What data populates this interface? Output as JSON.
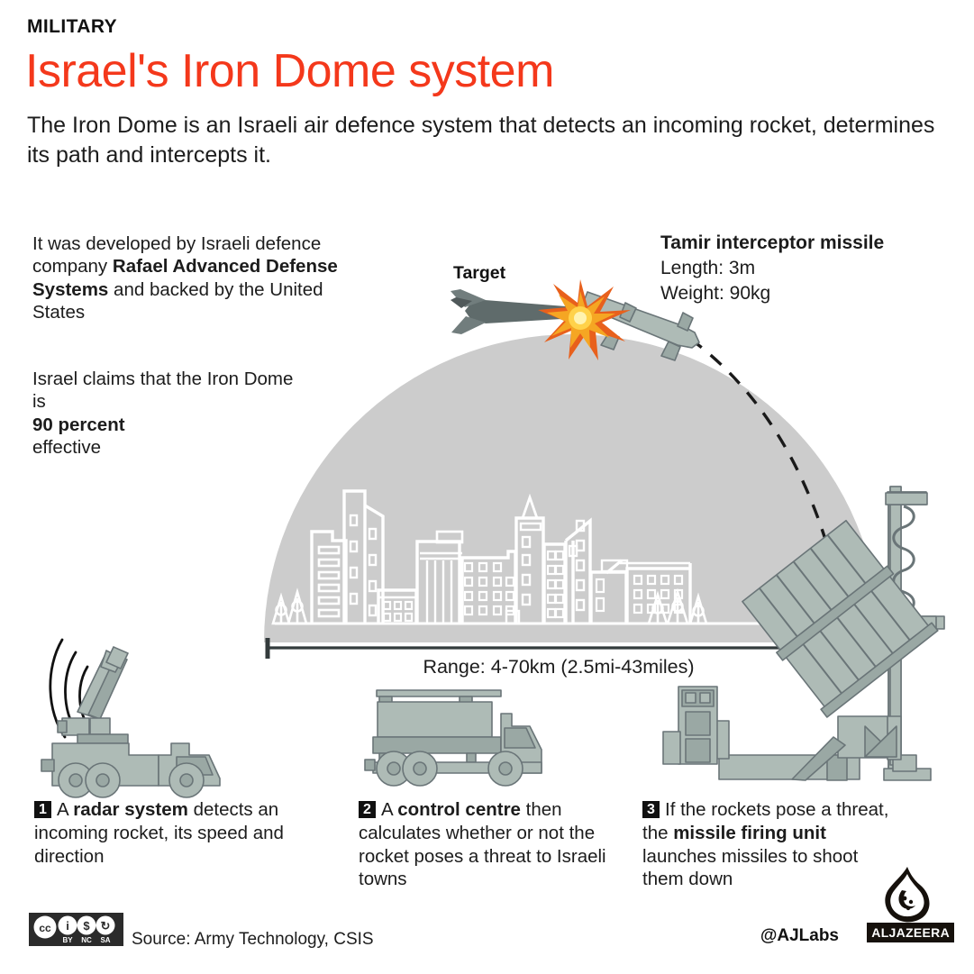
{
  "header": {
    "kicker": "MILITARY",
    "headline": "Israel's Iron Dome system",
    "standfirst": "The Iron Dome is an Israeli air defence system that detects an incoming rocket, determines its path and intercepts it."
  },
  "left_notes": {
    "developed": {
      "line1": "It was developed by Israeli defence company ",
      "bold1": "Rafael Advanced Defense Systems",
      "line2": " and backed by the United States"
    },
    "effectiveness": {
      "line1": "Israel claims that the Iron Dome is",
      "bold1": "90 percent",
      "line2": "effective"
    }
  },
  "missile_spec": {
    "title": "Tamir interceptor missile",
    "length": "Length: 3m",
    "weight": "Weight: 90kg"
  },
  "labels": {
    "target": "Target",
    "range": "Range: 4-70km (2.5mi-43miles)"
  },
  "steps": [
    {
      "number": "1",
      "pre": "A ",
      "bold": "radar system",
      "post": " detects an incoming rocket, its speed and direction"
    },
    {
      "number": "2",
      "pre": "A ",
      "bold": "control centre",
      "post": " then calculates whether or not the rocket poses a threat to Israeli towns"
    },
    {
      "number": "3",
      "pre": "If the rockets pose a threat, the ",
      "bold": "missile firing unit",
      "post": " launches missiles to shoot them down"
    }
  ],
  "footer": {
    "license": "cc-by-nc-sa-badge",
    "license_marks": [
      "BY",
      "NC",
      "SA"
    ],
    "source": "Source: Army Technology, CSIS",
    "handle": "@AJLabs",
    "wordmark": "ALJAZEERA"
  },
  "colors": {
    "accent": "#f4381b",
    "dome": "#cccccc",
    "equipment": "#aebbb6",
    "equipment_stroke": "#667274",
    "target_rocket": "#5f6b6b",
    "explosion_outer": "#e8601c",
    "explosion_mid": "#f5a623",
    "explosion_core": "#ffe066",
    "text": "#1c1c1c"
  },
  "icons": {
    "radar_unit": "radar-truck-icon",
    "control_unit": "control-centre-truck-icon",
    "launcher_unit": "missile-launcher-icon",
    "dome": "protective-dome-icon",
    "skyline": "city-skyline-icon",
    "explosion": "explosion-icon",
    "trajectory": "dashed-trajectory-icon"
  }
}
